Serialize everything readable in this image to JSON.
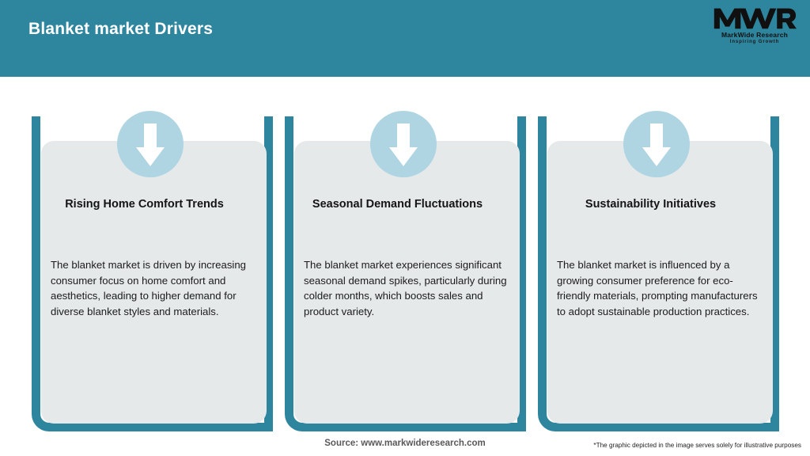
{
  "header": {
    "title": "Blanket market Drivers",
    "bg_color": "#2E859E",
    "logo": {
      "mark": "MWR",
      "name": "MarkWide Research",
      "tagline": "Inspiring Growth"
    }
  },
  "cards": [
    {
      "icon": "down-arrow-icon",
      "title": "Rising Home Comfort Trends",
      "body": "The blanket market is driven by increasing consumer focus on home comfort and aesthetics, leading to higher demand for diverse blanket styles and materials."
    },
    {
      "icon": "down-arrow-icon",
      "title": "Seasonal Demand Fluctuations",
      "body": "The blanket market experiences significant seasonal demand spikes, particularly during colder months, which boosts sales and product variety."
    },
    {
      "icon": "down-arrow-icon",
      "title": "Sustainability Initiatives",
      "body": "The blanket market is influenced by a growing consumer preference for eco-friendly materials, prompting manufacturers to adopt sustainable production practices."
    }
  ],
  "footer": {
    "source": "Source: www.markwideresearch.com",
    "disclaimer": "*The graphic depicted in the image serves solely for illustrative purposes"
  },
  "theme": {
    "accent": "#2E859E",
    "card_bg": "#E6E9EA",
    "circle_bg": "#AFD5E3",
    "page_bg": "#FFFFFF"
  }
}
